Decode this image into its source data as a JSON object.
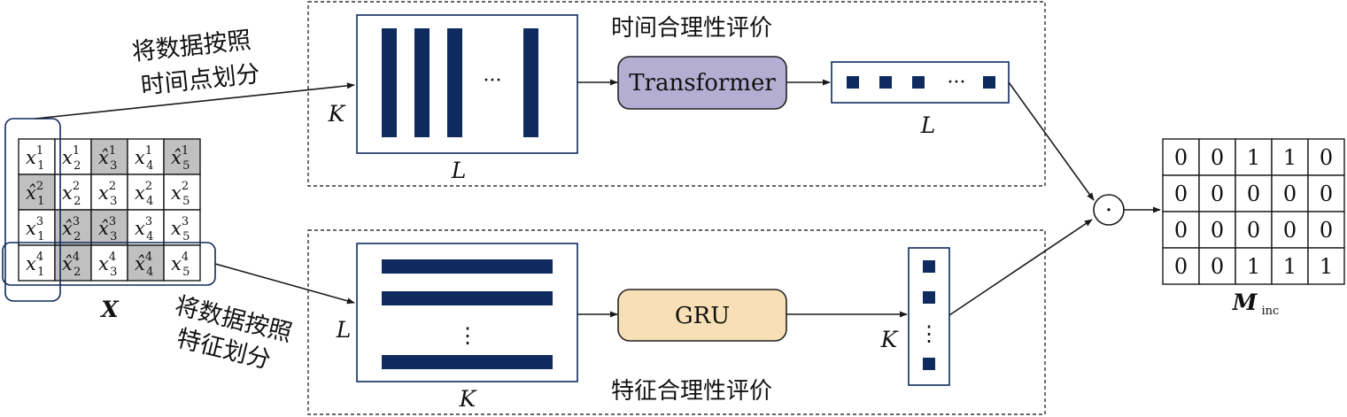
{
  "matrix_x": {
    "label": "X",
    "rows": [
      [
        {
          "base": "x",
          "sup": "1",
          "sub": "1",
          "hat": false
        },
        {
          "base": "x",
          "sup": "1",
          "sub": "2",
          "hat": false
        },
        {
          "base": "x̂",
          "sup": "1",
          "sub": "3",
          "hat": true
        },
        {
          "base": "x",
          "sup": "1",
          "sub": "4",
          "hat": false
        },
        {
          "base": "x̂",
          "sup": "1",
          "sub": "5",
          "hat": true
        }
      ],
      [
        {
          "base": "x̂",
          "sup": "2",
          "sub": "1",
          "hat": true
        },
        {
          "base": "x",
          "sup": "2",
          "sub": "2",
          "hat": false
        },
        {
          "base": "x",
          "sup": "2",
          "sub": "3",
          "hat": false
        },
        {
          "base": "x",
          "sup": "2",
          "sub": "4",
          "hat": false
        },
        {
          "base": "x",
          "sup": "2",
          "sub": "5",
          "hat": false
        }
      ],
      [
        {
          "base": "x",
          "sup": "3",
          "sub": "1",
          "hat": false
        },
        {
          "base": "x̂",
          "sup": "3",
          "sub": "2",
          "hat": true
        },
        {
          "base": "x̂",
          "sup": "3",
          "sub": "3",
          "hat": true
        },
        {
          "base": "x",
          "sup": "3",
          "sub": "4",
          "hat": false
        },
        {
          "base": "x",
          "sup": "3",
          "sub": "5",
          "hat": false
        }
      ],
      [
        {
          "base": "x",
          "sup": "4",
          "sub": "1",
          "hat": false
        },
        {
          "base": "x̂",
          "sup": "4",
          "sub": "2",
          "hat": true
        },
        {
          "base": "x",
          "sup": "4",
          "sub": "3",
          "hat": false
        },
        {
          "base": "x̂",
          "sup": "4",
          "sub": "4",
          "hat": true
        },
        {
          "base": "x",
          "sup": "4",
          "sub": "5",
          "hat": false
        }
      ]
    ],
    "shade_color": "#c0c0c0"
  },
  "top_branch": {
    "split_label_line1": "将数据按照",
    "split_label_line2": "时间点划分",
    "box_title": "时间合理性评价",
    "input_height_label": "K",
    "input_width_label": "L",
    "ellipsis": "···",
    "model_label": "Transformer",
    "model_color": "#b4aed3",
    "output_ellipsis": "···",
    "output_label": "L"
  },
  "bottom_branch": {
    "split_label_line1": "将数据按照",
    "split_label_line2": "特征划分",
    "box_title": "特征合理性评价",
    "input_height_label": "L",
    "input_width_label": "K",
    "ellipsis": "⋮",
    "model_label": "GRU",
    "model_color": "#f9dfb5",
    "output_ellipsis": "⋮",
    "output_label": "K"
  },
  "operator": {
    "symbol": "·"
  },
  "result_matrix": {
    "label_main": "M",
    "label_sub": "inc",
    "rows": [
      [
        "0",
        "0",
        "1",
        "1",
        "0"
      ],
      [
        "0",
        "0",
        "0",
        "0",
        "0"
      ],
      [
        "0",
        "0",
        "0",
        "0",
        "0"
      ],
      [
        "0",
        "0",
        "1",
        "1",
        "1"
      ]
    ]
  },
  "colors": {
    "navy": "#0e2a5e",
    "line": "#1a1a1a"
  }
}
